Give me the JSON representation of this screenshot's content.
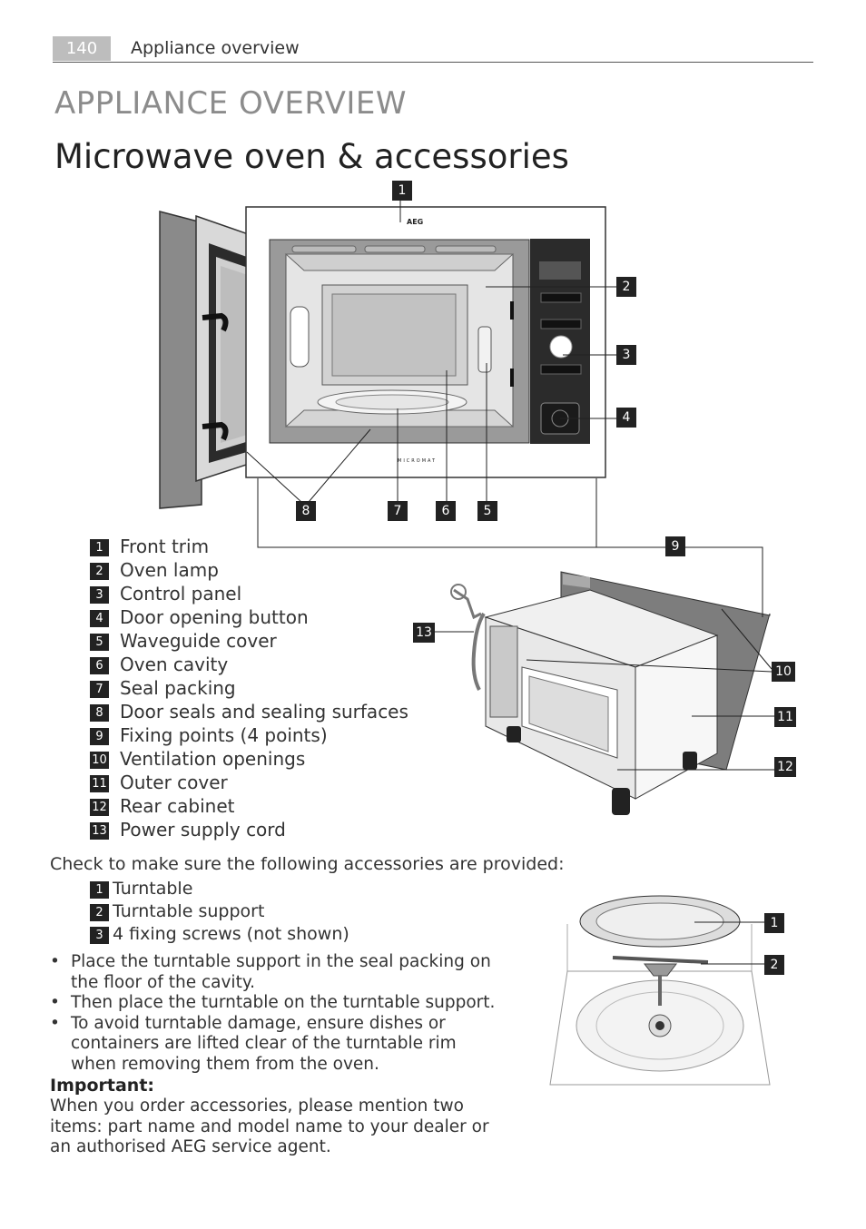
{
  "header": {
    "page_number": "140",
    "section": "Appliance overview"
  },
  "title": "APPLIANCE OVERVIEW",
  "subtitle": "Microwave oven & accessories",
  "oven_diagram": {
    "brand": "AEG",
    "model_text": "MICROMAT",
    "callouts": [
      "1",
      "2",
      "3",
      "4",
      "5",
      "6",
      "7",
      "8",
      "9",
      "10",
      "11",
      "12",
      "13"
    ]
  },
  "legend": [
    {
      "n": "1",
      "label": "Front trim"
    },
    {
      "n": "2",
      "label": "Oven lamp"
    },
    {
      "n": "3",
      "label": "Control panel"
    },
    {
      "n": "4",
      "label": "Door opening button"
    },
    {
      "n": "5",
      "label": "Waveguide cover"
    },
    {
      "n": "6",
      "label": "Oven cavity"
    },
    {
      "n": "7",
      "label": "Seal packing"
    },
    {
      "n": "8",
      "label": "Door seals and sealing surfaces"
    },
    {
      "n": "9",
      "label": "Fixing points (4 points)"
    },
    {
      "n": "10",
      "label": "Ventilation openings"
    },
    {
      "n": "11",
      "label": "Outer cover"
    },
    {
      "n": "12",
      "label": "Rear cabinet"
    },
    {
      "n": "13",
      "label": "Power supply cord"
    }
  ],
  "accessories_intro": "Check to make sure the following accessories are provided:",
  "accessories": [
    {
      "n": "1",
      "label": "Turntable"
    },
    {
      "n": "2",
      "label": "Turntable support"
    },
    {
      "n": "3",
      "label": "4 fixing screws (not shown)"
    }
  ],
  "turntable_callouts": [
    "1",
    "2"
  ],
  "bullets": [
    "Place the turntable support in the seal packing on the floor of the cavity.",
    "Then place the turntable on the turntable support.",
    "To avoid turntable damage, ensure dishes or containers are lifted clear of the turntable rim when removing them from the oven."
  ],
  "important": {
    "heading": "Important:",
    "text": "When you order accessories, please mention two items: part name and model name to your dealer or an authorised AEG service agent."
  }
}
